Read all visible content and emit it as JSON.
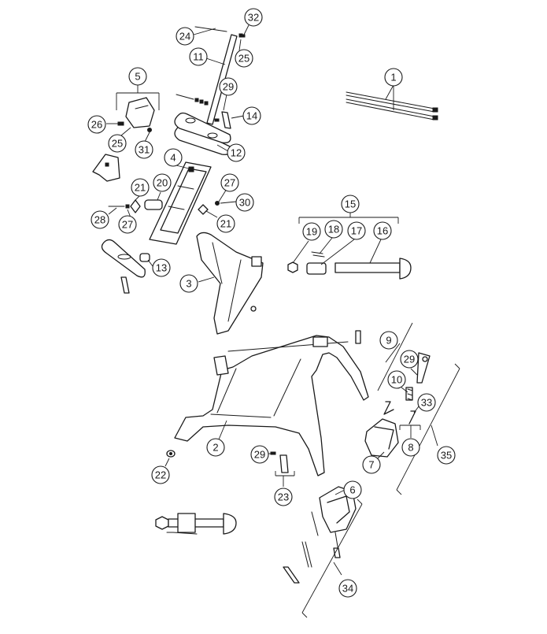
{
  "diagram": {
    "callouts": [
      "1",
      "2",
      "3",
      "4",
      "5",
      "6",
      "7",
      "8",
      "9",
      "10",
      "11",
      "12",
      "13",
      "14",
      "15",
      "16",
      "17",
      "18",
      "19",
      "20",
      "21",
      "21",
      "22",
      "23",
      "24",
      "25",
      "25",
      "26",
      "27",
      "27",
      "28",
      "29",
      "29",
      "29",
      "30",
      "31",
      "32",
      "33",
      "34",
      "35"
    ]
  },
  "colors": {
    "line": "#1a1a1a",
    "background": "#ffffff"
  }
}
